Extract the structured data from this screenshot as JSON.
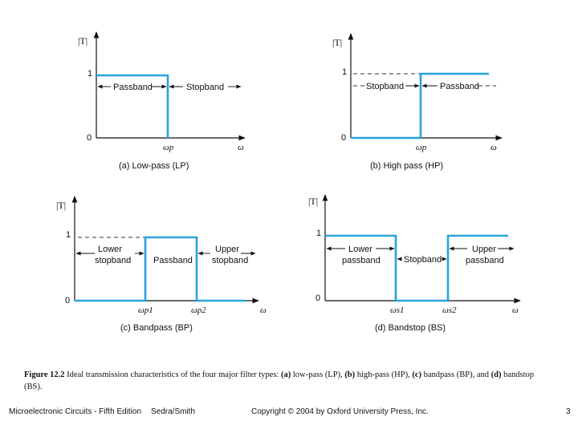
{
  "panels": {
    "a": {
      "y_axis_label": "|T|",
      "one": "1",
      "zero": "0",
      "band_left": "Passband",
      "band_right": "Stopband",
      "wp": "ωp",
      "w": "ω",
      "caption": "(a) Low-pass (LP)"
    },
    "b": {
      "y_axis_label": "|T|",
      "one": "1",
      "zero": "0",
      "band_left": "Stopband",
      "band_right": "Passband",
      "wp": "ωp",
      "w": "ω",
      "caption": "(b) High pass (HP)"
    },
    "c": {
      "y_axis_label": "|T|",
      "one": "1",
      "zero": "0",
      "band_left_1": "Lower",
      "band_left_2": "stopband",
      "band_mid": "Passband",
      "band_right_1": "Upper",
      "band_right_2": "stopband",
      "wp1": "ωp1",
      "wp2": "ωp2",
      "w": "ω",
      "caption": "(c) Bandpass (BP)"
    },
    "d": {
      "y_axis_label": "|T|",
      "one": "1",
      "zero": "0",
      "band_left_1": "Lower",
      "band_left_2": "passband",
      "band_mid": "Stopband",
      "band_right_1": "Upper",
      "band_right_2": "passband",
      "ws1": "ωs1",
      "ws2": "ωs2",
      "w": "ω",
      "caption": "(d) Bandstop (BS)"
    }
  },
  "caption": {
    "label": "Figure 12.2",
    "text": " Ideal transmission characteristics of the four major filter types: ",
    "a_tag": "(a)",
    "a_text": " low-pass (LP), ",
    "b_tag": "(b)",
    "b_text": " high-pass (HP), ",
    "c_tag": "(c)",
    "c_text": " bandpass (BP), and ",
    "d_tag": "(d)",
    "d_text": " bandstop (BS)."
  },
  "footer": {
    "book": "Microelectronic Circuits - Fifth Edition",
    "authors": "Sedra/Smith",
    "copyright": "Copyright © 2004 by Oxford University Press, Inc.",
    "page": "3"
  },
  "colors": {
    "response": "#29a3dc"
  }
}
